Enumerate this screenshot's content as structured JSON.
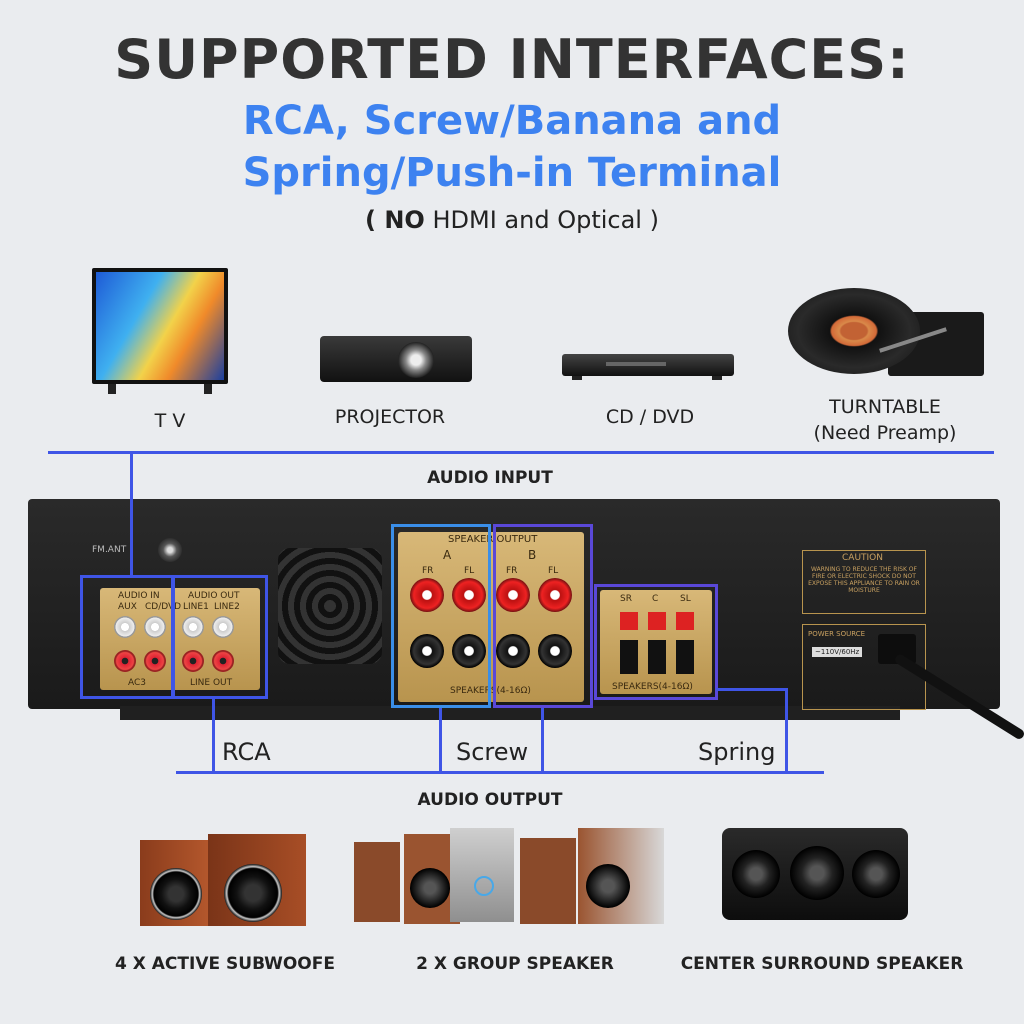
{
  "header": {
    "title": "SUPPORTED INTERFACES:",
    "subtitle_line1": "RCA, Screw/Banana and",
    "subtitle_line2": "Spring/Push-in Terminal",
    "note_open": "( ",
    "note_bold": "NO",
    "note_rest": " HDMI and Optical )"
  },
  "devices": {
    "tv": "T V",
    "projector": "PROJECTOR",
    "cd_dvd": "CD / DVD",
    "turntable": "TURNTABLE",
    "turntable_note": "(Need Preamp)"
  },
  "sections": {
    "audio_input": "AUDIO INPUT",
    "audio_output": "AUDIO OUTPUT"
  },
  "terminals": {
    "rca": "RCA",
    "screw": "Screw",
    "spring": "Spring"
  },
  "panel": {
    "fm_ant": "FM.ANT",
    "audio_in": "AUDIO IN",
    "audio_out": "AUDIO OUT",
    "aux": "AUX",
    "cd_dvd": "CD/DVD",
    "line1": "LINE1",
    "line2": "LINE2",
    "ac3": "AC3",
    "line_out": "LINE OUT",
    "speaker_output": "SPEAKER OUTPUT",
    "a": "A",
    "b": "B",
    "fr": "FR",
    "fl": "FL",
    "speakers_ohm": "SPEAKERS(4-16Ω)",
    "sr": "SR",
    "c": "C",
    "sl": "SL",
    "caution": "CAUTION",
    "caution_text": "WARNING TO REDUCE THE RISK OF FIRE OR ELECTRIC SHOCK DO NOT EXPOSE THIS APPLIANCE TO RAIN OR MOISTURE",
    "power_source": "POWER SOURCE",
    "voltage": "~110V/60Hz"
  },
  "outputs": {
    "subwoofer": "4 X ACTIVE SUBWOOFE",
    "group_speaker": "2 X GROUP SPEAKER",
    "center_surround": "CENTER SURROUND SPEAKER"
  },
  "colors": {
    "accent_blue": "#3d82f0",
    "line_blue": "#3f55e6",
    "title": "#333333"
  }
}
